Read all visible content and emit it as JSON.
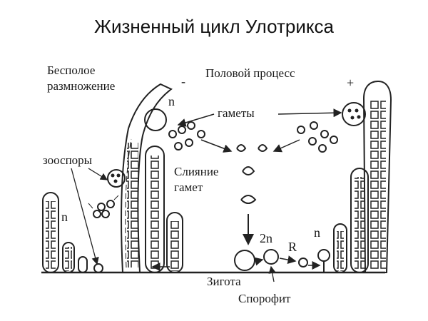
{
  "title": "Жизненный цикл Улотрикса",
  "labels": {
    "asexual": [
      "Бесполое",
      "размножение"
    ],
    "sexual": "Половой процесс",
    "gametes": "гаметы",
    "zoospores": "зооспоры",
    "fusion": [
      "Слияние",
      "гамет"
    ],
    "zygote": "Зигота",
    "sporophyte": "Спорофит"
  },
  "symbols": {
    "minus": "-",
    "plus": "+",
    "n_left_top": "n",
    "n_left_mid": "n",
    "n_right": "n",
    "diploid": "2n",
    "reduction": "R"
  }
}
